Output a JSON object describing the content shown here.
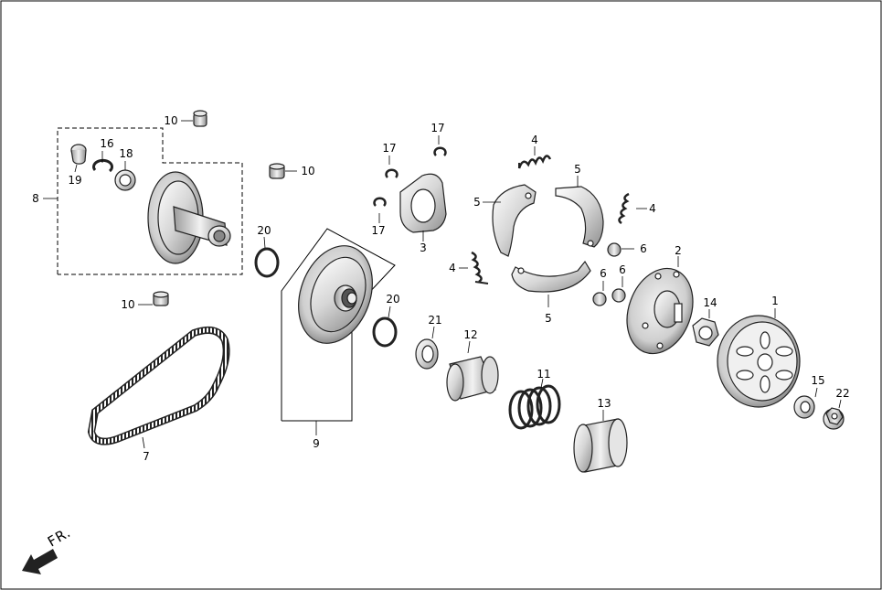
{
  "callouts": {
    "c1": "1",
    "c2": "2",
    "c3": "3",
    "c4a": "4",
    "c4b": "4",
    "c4c": "4",
    "c5a": "5",
    "c5b": "5",
    "c5c": "5",
    "c6a": "6",
    "c6b": "6",
    "c6c": "6",
    "c7": "7",
    "c8": "8",
    "c9": "9",
    "c10a": "10",
    "c10b": "10",
    "c10c": "10",
    "c11": "11",
    "c12": "12",
    "c13": "13",
    "c14": "14",
    "c15": "15",
    "c16": "16",
    "c17a": "17",
    "c17b": "17",
    "c17c": "17",
    "c18": "18",
    "c19": "19",
    "c20a": "20",
    "c20b": "20",
    "c21": "21",
    "c22": "22"
  },
  "direction_label": "FR."
}
